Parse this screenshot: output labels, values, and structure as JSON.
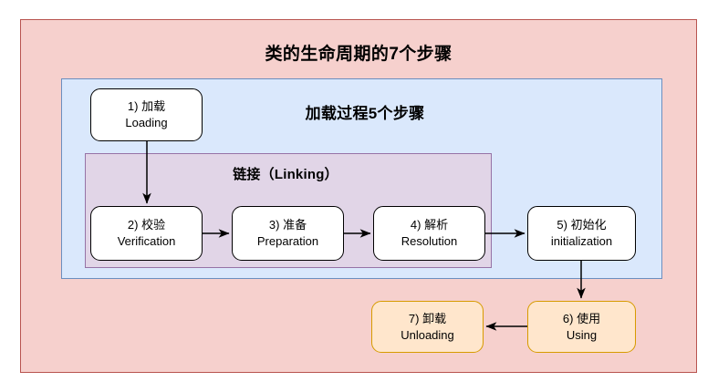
{
  "diagram": {
    "title": "类的生命周期的7个步骤",
    "regions": [
      {
        "name": "outer",
        "label": "类的生命周期的7个步骤",
        "fill": "#f6d0cd",
        "stroke": "#b85450"
      },
      {
        "name": "loading",
        "label": "加载过程5个步骤",
        "fill": "#dae8fc",
        "stroke": "#6c8ebf"
      },
      {
        "name": "linking",
        "label": "链接（Linking）",
        "fill": "#e1d5e7",
        "stroke": "#9673a6"
      }
    ],
    "nodes": [
      {
        "id": 1,
        "cn": "1) 加载",
        "en": "Loading",
        "fill": "#ffffff",
        "stroke": "#000000"
      },
      {
        "id": 2,
        "cn": "2) 校验",
        "en": "Verification",
        "fill": "#ffffff",
        "stroke": "#000000"
      },
      {
        "id": 3,
        "cn": "3) 准备",
        "en": "Preparation",
        "fill": "#ffffff",
        "stroke": "#000000"
      },
      {
        "id": 4,
        "cn": "4) 解析",
        "en": "Resolution",
        "fill": "#ffffff",
        "stroke": "#000000"
      },
      {
        "id": 5,
        "cn": "5) 初始化",
        "en": "initialization",
        "fill": "#ffffff",
        "stroke": "#000000"
      },
      {
        "id": 6,
        "cn": "6) 使用",
        "en": "Using",
        "fill": "#ffe6cc",
        "stroke": "#d79b00"
      },
      {
        "id": 7,
        "cn": "7) 卸载",
        "en": "Unloading",
        "fill": "#ffe6cc",
        "stroke": "#d79b00"
      }
    ],
    "edges": [
      {
        "from": 1,
        "to": 2,
        "direction": "down"
      },
      {
        "from": 2,
        "to": 3,
        "direction": "right"
      },
      {
        "from": 3,
        "to": 4,
        "direction": "right"
      },
      {
        "from": 4,
        "to": 5,
        "direction": "right"
      },
      {
        "from": 5,
        "to": 6,
        "direction": "down"
      },
      {
        "from": 6,
        "to": 7,
        "direction": "left"
      }
    ]
  }
}
